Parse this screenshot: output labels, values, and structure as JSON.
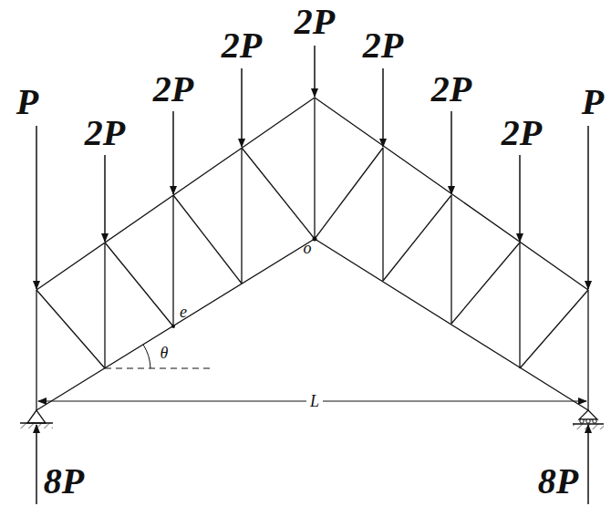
{
  "diagram": {
    "labels": [
      "P",
      "2P",
      "2P",
      "2P",
      "2P",
      "2P",
      "2P",
      "2P",
      "P",
      "e",
      "θ",
      "o",
      "L",
      "8P",
      "8P"
    ]
  }
}
